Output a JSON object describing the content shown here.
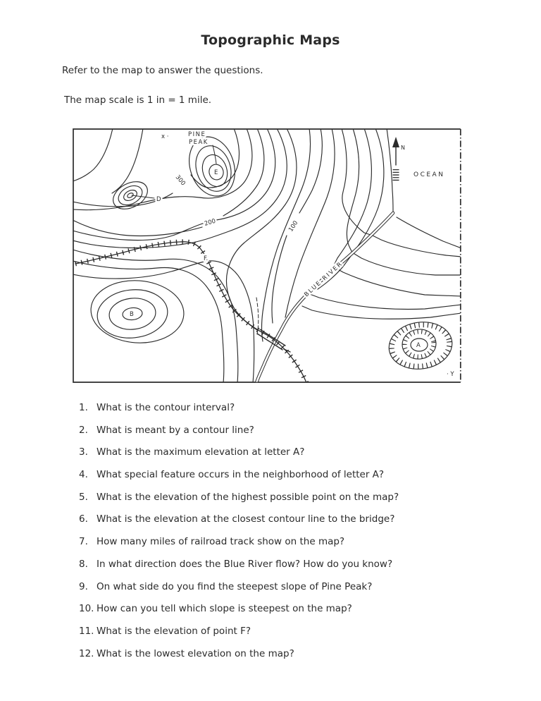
{
  "page": {
    "background": "#ffffff",
    "ink": "#2b2b2b"
  },
  "title": "Topographic Maps",
  "intro": {
    "line1": "Refer to the map to answer the questions.",
    "line2": "The map scale is 1 in = 1 mile."
  },
  "map": {
    "labels": {
      "spot_marker_x": "x ·",
      "pine_peak_line1": "PINE",
      "pine_peak_line2": "PEAK",
      "point_e": "E",
      "point_d": "D",
      "point_b": "B",
      "point_a": "A",
      "point_f": "F.",
      "marker_y": "· Y",
      "contour_300": "300",
      "contour_200": "200",
      "contour_100": "100",
      "river": "BLUE RIVER",
      "ocean": "OCEAN",
      "north": "N"
    }
  },
  "questions": [
    {
      "num": "1.",
      "text": "What is the contour interval?"
    },
    {
      "num": "2.",
      "text": "What is meant by a contour line?"
    },
    {
      "num": "3.",
      "text": "What is the maximum elevation at letter A?"
    },
    {
      "num": "4.",
      "text": "What special feature occurs in the neighborhood of letter A?"
    },
    {
      "num": "5.",
      "text": "What is the elevation of the highest possible point on the map?"
    },
    {
      "num": "6.",
      "text": "What is the elevation at the closest contour line to the bridge?"
    },
    {
      "num": "7.",
      "text": "How many miles of railroad track show on the map?"
    },
    {
      "num": "8.",
      "text": "In what direction does the Blue River flow? How do you know?"
    },
    {
      "num": "9.",
      "text": "On what side do you find the steepest slope of Pine Peak?"
    },
    {
      "num": "10.",
      "text": "How can you tell which slope is steepest on the map?"
    },
    {
      "num": "11.",
      "text": "What is the elevation of point F?"
    },
    {
      "num": "12.",
      "text": "What is the lowest elevation on the map?"
    }
  ]
}
